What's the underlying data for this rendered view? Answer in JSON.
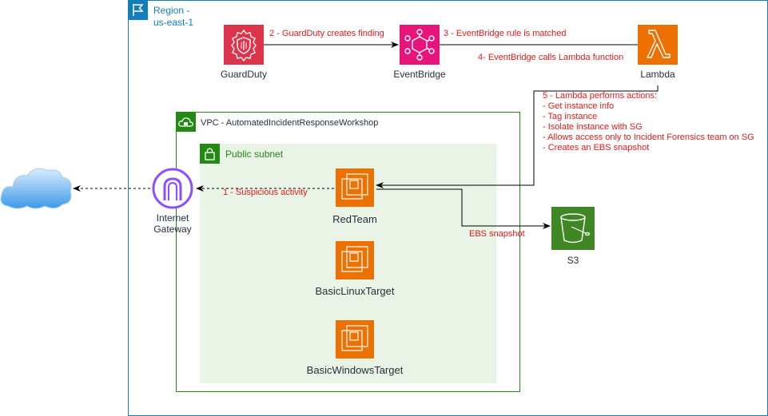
{
  "region": {
    "line1": "Region -",
    "line2": "us-east-1"
  },
  "vpc": {
    "label": "VPC - AutomatedIncidentResponseWorkshop"
  },
  "subnet": {
    "label": "Public subnet"
  },
  "services": {
    "guardduty": "GuardDuty",
    "eventbridge": "EventBridge",
    "lambda": "Lambda",
    "igw_line1": "Internet",
    "igw_line2": "Gateway",
    "s3": "S3"
  },
  "instances": {
    "redteam": "RedTeam",
    "linux": "BasicLinuxTarget",
    "windows": "BasicWindowsTarget"
  },
  "steps": {
    "s1": "1 - Suspicious activity",
    "s2": "2 - GuardDuty creates finding",
    "s3": "3 - EventBridge rule is matched",
    "s4": "4- EventBridge calls Lambda function",
    "s5": [
      "5 - Lambda performs actions:",
      "- Get instance info",
      "- Tag instance",
      "- Isolate instance with SG",
      "- Allows access only to Incident Forensics team on SG",
      "- Creates an EBS snapshot"
    ],
    "ebs": "EBS snapshot"
  },
  "colors": {
    "region_border": "#147eba",
    "vpc_border": "#248814",
    "subnet_fill": "#e9f3e6",
    "guardduty": "#dd344c",
    "eventbridge": "#e7157b",
    "compute": "#ed7100",
    "storage": "#3f8624",
    "igw": "#8c4fff",
    "step_text": "#e31a1a"
  }
}
